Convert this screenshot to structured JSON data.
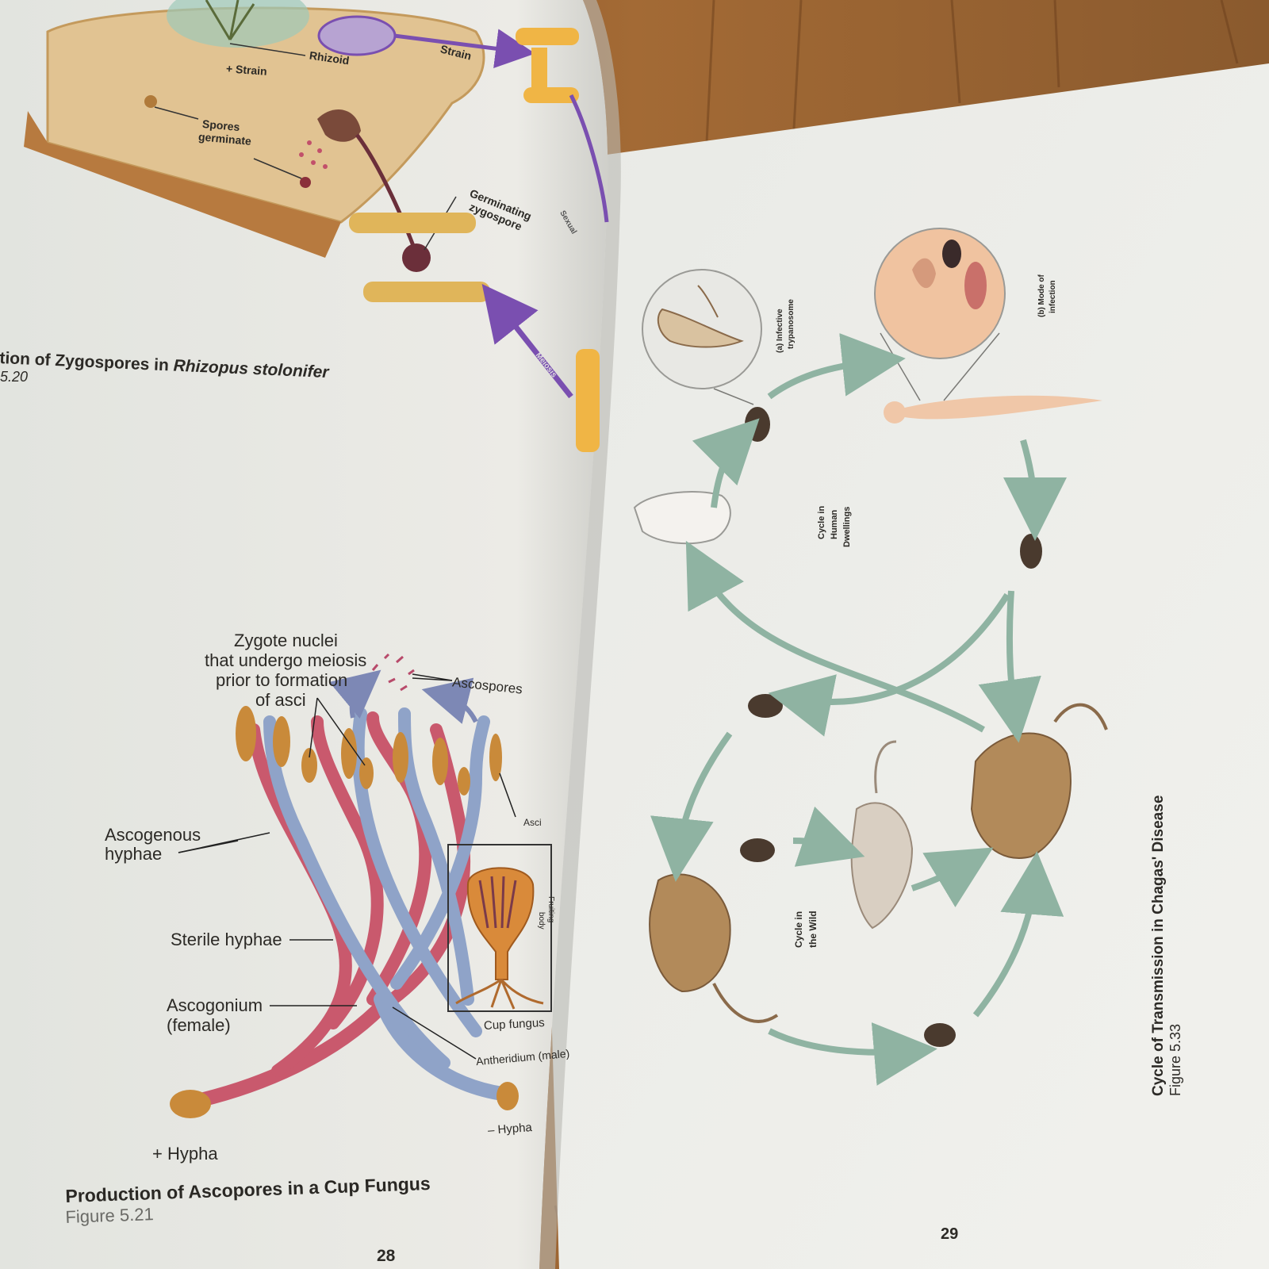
{
  "left_page": {
    "top_figure": {
      "labels": {
        "strain_plus": "+ Strain",
        "rhizoid": "Rhizoid",
        "strain": "Strain",
        "spores_germinate_1": "Spores",
        "spores_germinate_2": "germinate",
        "germinating_1": "Germinating",
        "germinating_2": "zygospore",
        "sexual": "Sexual",
        "meiosis": "Meiosis"
      },
      "caption_prefix": "tion of Zygospores in ",
      "caption_species": "Rhizopus stolonifer",
      "figure_number": "5.20"
    },
    "bottom_figure": {
      "labels": {
        "zygote_1": "Zygote nuclei",
        "zygote_2": "that undergo meiosis",
        "zygote_3": "prior to formation",
        "zygote_4": "of asci",
        "ascospores": "Ascospores",
        "ascogenous_1": "Ascogenous",
        "ascogenous_2": "hyphae",
        "asci": "Asci",
        "fruiting_1": "Fruiting",
        "fruiting_2": "body",
        "sterile_hyphae": "Sterile hyphae",
        "ascogonium_1": "Ascogonium",
        "ascogonium_2": "(female)",
        "cup_fungus": "Cup fungus",
        "antheridium": "Antheridium (male)",
        "minus_hypha": "– Hypha",
        "plus_hypha": "+ Hypha"
      },
      "caption": "Production of Ascopores in a Cup Fungus",
      "figure_number": "Figure 5.21"
    },
    "page_number": "28"
  },
  "right_page": {
    "labels": {
      "infective_1": "(a) Infective",
      "infective_2": "trypanosome",
      "mode_1": "(b) Mode of",
      "mode_2": "infection",
      "dwellings_1": "Cycle in",
      "dwellings_2": "Human",
      "dwellings_3": "Dwellings",
      "wild_1": "Cycle in",
      "wild_2": "the Wild"
    },
    "caption": "Cycle of Transmission in Chagas' Disease",
    "figure_number": "Figure 5.33",
    "page_number": "29"
  },
  "colors": {
    "wood": "#8a5a2e",
    "page": "#eeeee9",
    "hypha_plus": "#c9596d",
    "hypha_minus": "#8fa3c8",
    "ascus": "#c98a3a",
    "arrow_green": "#8fb3a2",
    "arrow_purple": "#7a4fb0"
  }
}
